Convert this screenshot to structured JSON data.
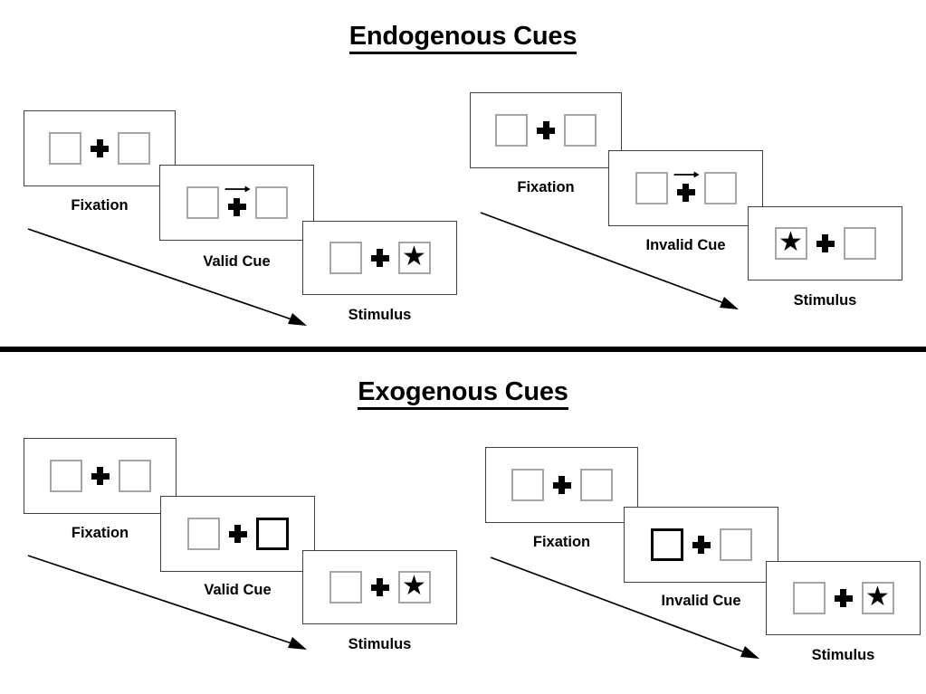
{
  "figure": {
    "kind": "posner-cueing-paradigm-diagram",
    "sections": [
      {
        "id": "endogenous",
        "title": "Endogenous Cues",
        "cue_type": "arrow",
        "sequences": [
          {
            "id": "endogenous-valid",
            "validity": "valid",
            "frames": [
              {
                "label": "Fixation",
                "cue": "none",
                "cue_side": "",
                "stimulus_side": ""
              },
              {
                "label": "Valid Cue",
                "cue": "arrow-right",
                "cue_side": "right",
                "stimulus_side": ""
              },
              {
                "label": "Stimulus",
                "cue": "none",
                "cue_side": "",
                "stimulus_side": "right"
              }
            ]
          },
          {
            "id": "endogenous-invalid",
            "validity": "invalid",
            "frames": [
              {
                "label": "Fixation",
                "cue": "none",
                "cue_side": "",
                "stimulus_side": ""
              },
              {
                "label": "Invalid Cue",
                "cue": "arrow-right",
                "cue_side": "right",
                "stimulus_side": ""
              },
              {
                "label": "Stimulus",
                "cue": "none",
                "cue_side": "",
                "stimulus_side": "left"
              }
            ]
          }
        ]
      },
      {
        "id": "exogenous",
        "title": "Exogenous Cues",
        "cue_type": "box-flash",
        "sequences": [
          {
            "id": "exogenous-valid",
            "validity": "valid",
            "frames": [
              {
                "label": "Fixation",
                "cue": "none",
                "cue_side": "",
                "stimulus_side": ""
              },
              {
                "label": "Valid Cue",
                "cue": "thick-box",
                "cue_side": "right",
                "stimulus_side": ""
              },
              {
                "label": "Stimulus",
                "cue": "none",
                "cue_side": "",
                "stimulus_side": "right"
              }
            ]
          },
          {
            "id": "exogenous-invalid",
            "validity": "invalid",
            "frames": [
              {
                "label": "Fixation",
                "cue": "none",
                "cue_side": "",
                "stimulus_side": ""
              },
              {
                "label": "Invalid Cue",
                "cue": "thick-box",
                "cue_side": "left",
                "stimulus_side": ""
              },
              {
                "label": "Stimulus",
                "cue": "none",
                "cue_side": "",
                "stimulus_side": "right"
              }
            ]
          }
        ]
      }
    ],
    "glyphs": {
      "fixation": "plus-icon",
      "target": "star-icon",
      "cue_arrow": "arrow-right-icon",
      "time_flow": "time-arrow-icon"
    },
    "time_arrows": {
      "count": 4,
      "direction": "down-right",
      "meaning": "time"
    },
    "colors": {
      "panel_border": "#404040",
      "box_border": "#a6a6a6",
      "cued_box_border": "#000000",
      "ink": "#000000",
      "background": "#ffffff",
      "divider": "#000000"
    },
    "labels": {
      "fixation": "Fixation",
      "valid_cue": "Valid Cue",
      "invalid_cue": "Invalid Cue",
      "stimulus": "Stimulus"
    }
  }
}
